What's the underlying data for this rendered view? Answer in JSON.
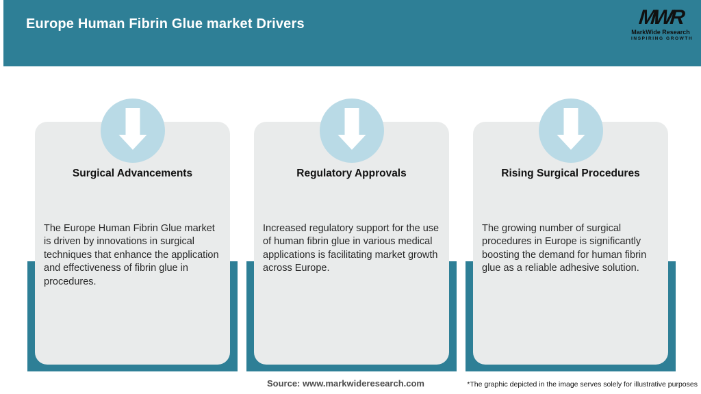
{
  "header": {
    "title": "Europe Human Fibrin Glue market Drivers",
    "logo": {
      "acronym": "MWR",
      "name": "MarkWide Research",
      "tagline": "INSPIRING GROWTH"
    }
  },
  "cards": [
    {
      "title": "Surgical Advancements",
      "body": "The Europe Human Fibrin Glue market is driven by innovations in surgical techniques that enhance the application and effectiveness of fibrin glue in procedures."
    },
    {
      "title": "Regulatory Approvals",
      "body": "Increased regulatory support for the use of human fibrin glue in various medical applications is facilitating market growth across Europe."
    },
    {
      "title": "Rising Surgical Procedures",
      "body": "The growing number of surgical procedures in Europe is significantly boosting the demand for human fibrin glue as a reliable adhesive solution."
    }
  ],
  "footer": {
    "source": "Source: www.markwideresearch.com",
    "disclaimer": "*The graphic depicted in the image serves solely for illustrative purposes"
  },
  "colors": {
    "teal": "#2e7f96",
    "light_blue": "#b9dae6",
    "card_bg": "#e9ebeb",
    "header_text": "#ffffff",
    "body_text": "#282828",
    "logo_black": "#101010"
  }
}
